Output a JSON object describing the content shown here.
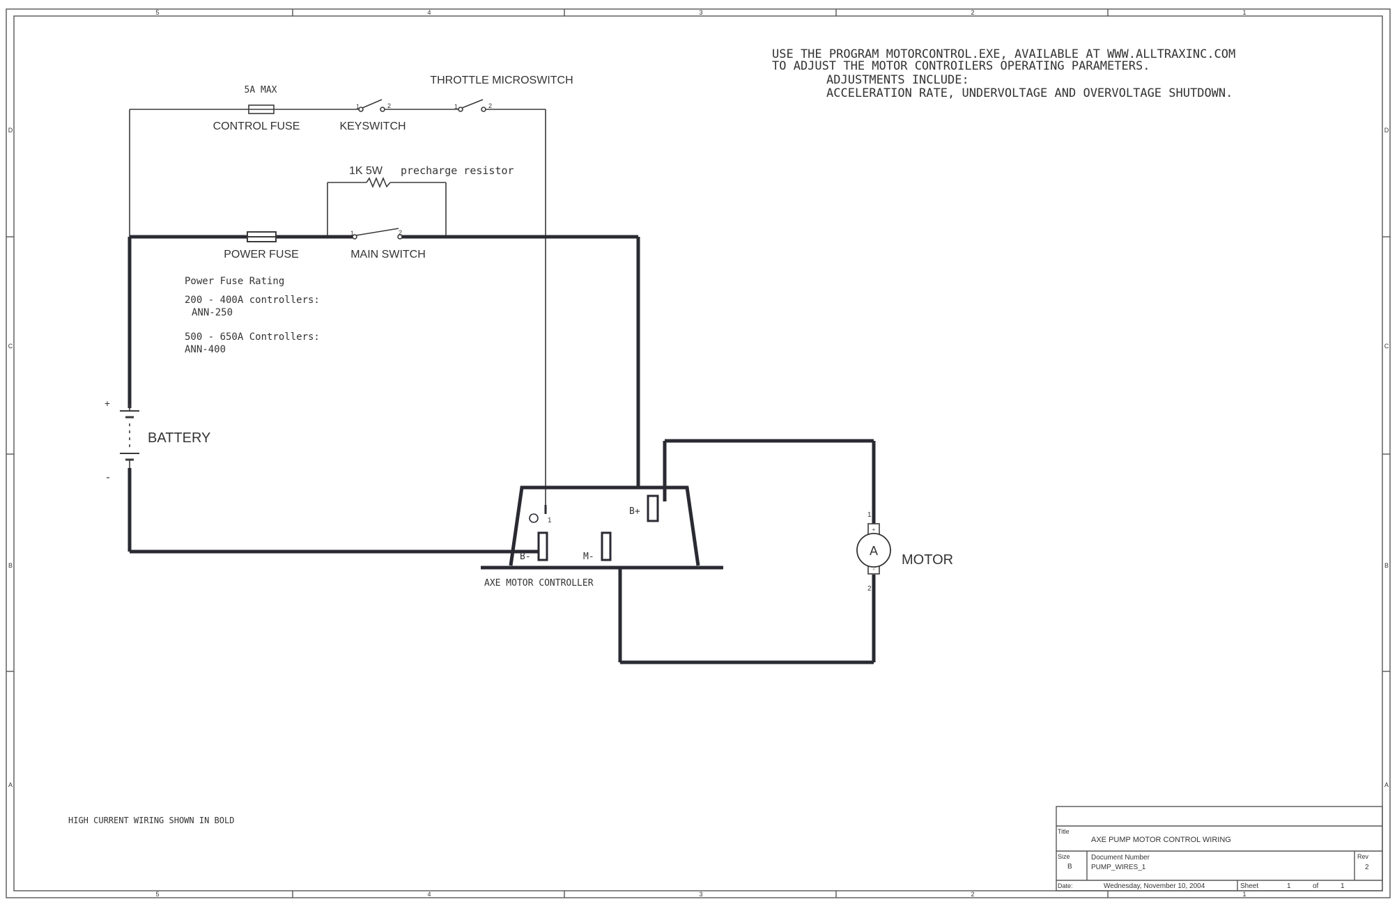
{
  "notes": {
    "line1": "USE THE PROGRAM MOTORCONTROL.EXE, AVAILABLE AT WWW.ALLTRAXINC.COM",
    "line2": "TO ADJUST THE MOTOR CONTROILERS OPERATING PARAMETERS.",
    "line3": "ADJUSTMENTS INCLUDE:",
    "line4": "ACCELERATION RATE, UNDERVOLTAGE AND OVERVOLTAGE SHUTDOWN."
  },
  "labels": {
    "fuse_rating_small": "5A MAX",
    "control_fuse": "CONTROL FUSE",
    "keyswitch": "KEYSWITCH",
    "throttle_microswitch": "THROTTLE MICROSWITCH",
    "resistor_value": "1K 5W",
    "resistor_name": "precharge resistor",
    "power_fuse": "POWER FUSE",
    "main_switch": "MAIN SWITCH",
    "battery": "BATTERY",
    "battery_plus": "+",
    "battery_minus": "-",
    "motor": "MOTOR",
    "motor_symbol": "A",
    "motor_pin1": "1",
    "motor_pin2": "2",
    "motor_plus": "+",
    "motor_minus": "-",
    "controller": "AXE MOTOR CONTROLLER",
    "terminal_bplus": "B+",
    "terminal_bminus": "B-",
    "terminal_mminus": "M-",
    "terminal_o": "O",
    "terminal_o_pin": "1",
    "switch_pin1": "1",
    "switch_pin2": "2",
    "footnote": "HIGH CURRENT WIRING SHOWN IN BOLD"
  },
  "fuse_rating": {
    "title": "Power Fuse Rating",
    "row1_range": "200 - 400A controllers:",
    "row1_part": "ANN-250",
    "row2_range": "500 - 650A Controllers:",
    "row2_part": "ANN-400"
  },
  "title_block": {
    "title_label": "Title",
    "title_value": "AXE PUMP MOTOR CONTROL WIRING",
    "size_label": "Size",
    "size_value": "B",
    "docnum_label": "Document Number",
    "docnum_value": "PUMP_WIRES_1",
    "rev_label": "Rev",
    "rev_value": "2",
    "date_label": "Date:",
    "date_value": "Wednesday, November 10, 2004",
    "sheet_label": "Sheet",
    "sheet_value": "1",
    "of_label": "of",
    "of_value": "1"
  },
  "border": {
    "columns": [
      "5",
      "4",
      "3",
      "2",
      "1"
    ],
    "rows": [
      "D",
      "C",
      "B",
      "A"
    ]
  }
}
